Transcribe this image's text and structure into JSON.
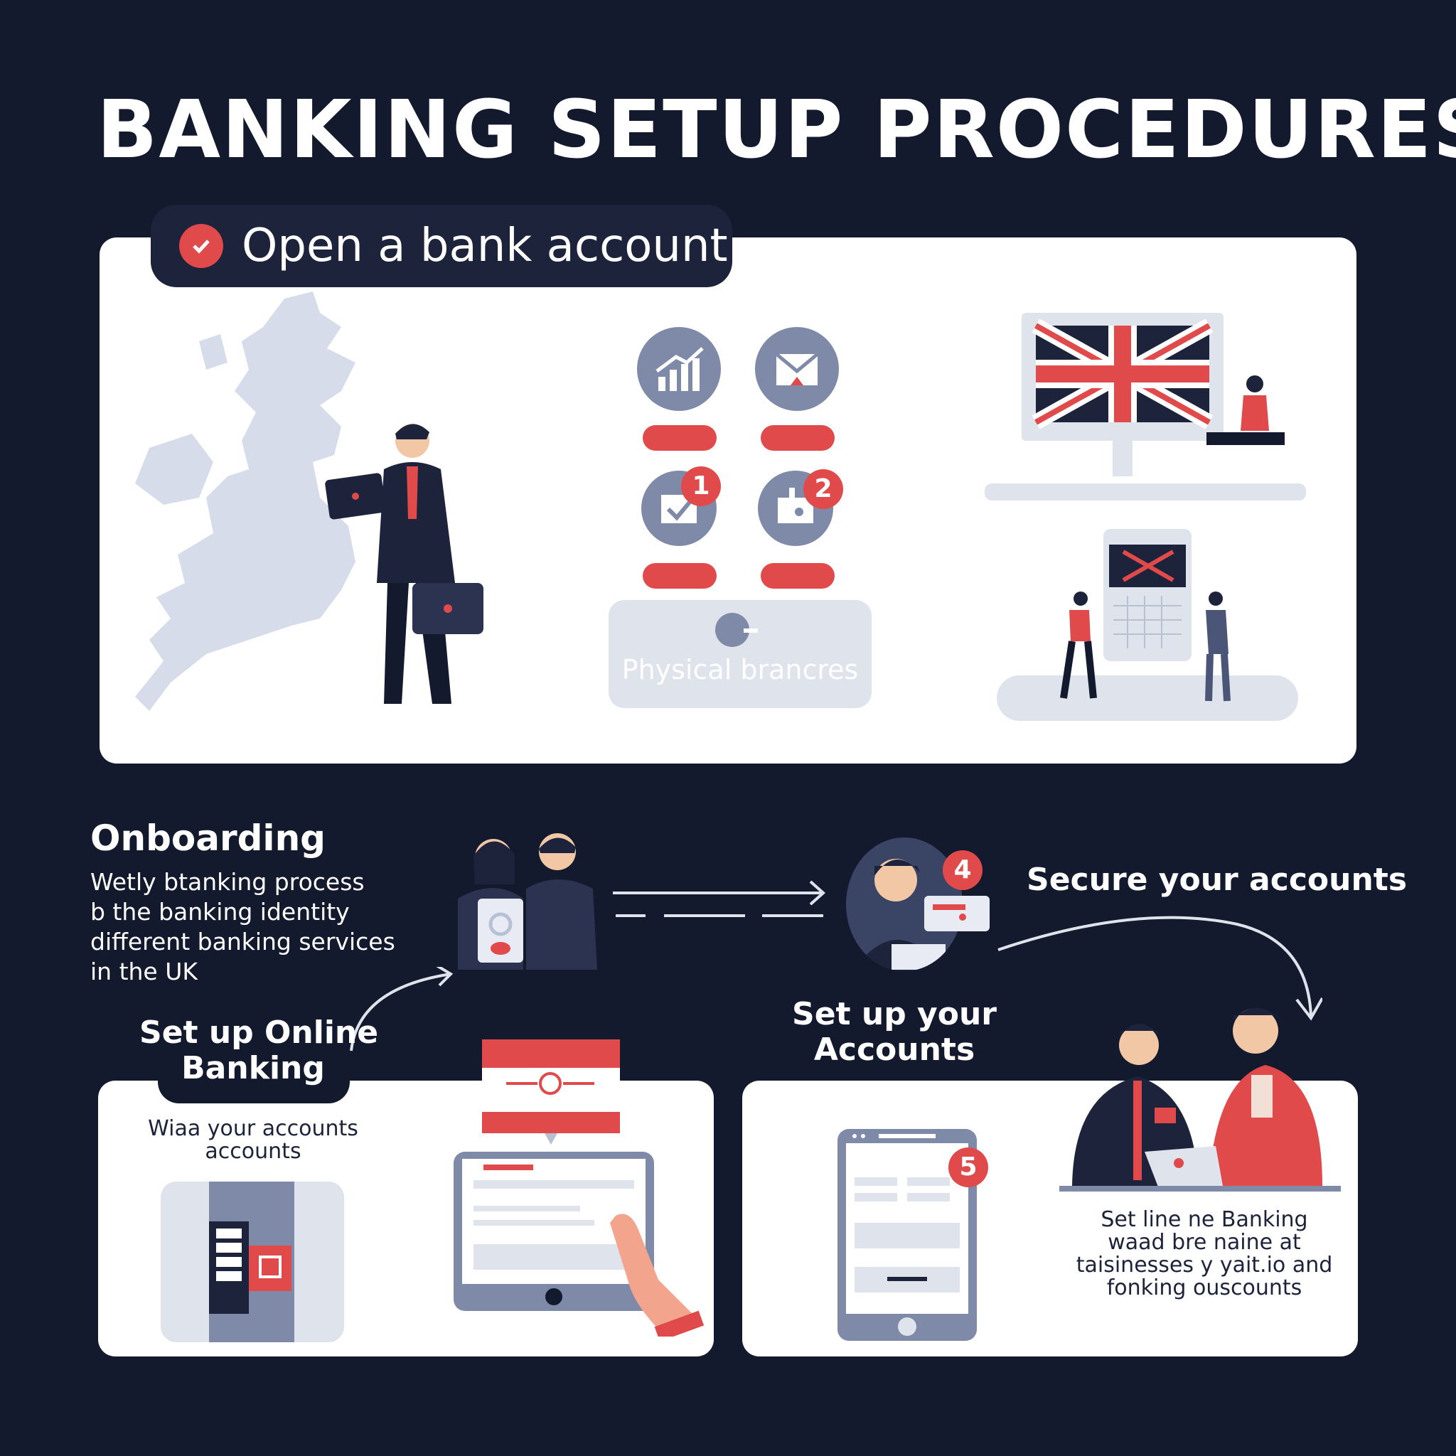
{
  "header": {
    "title": "BANKING SETUP PROCEDURES"
  },
  "open_account": {
    "title": "Open a bank account",
    "physical_label": "Physical brancres",
    "badges": [
      "1",
      "2"
    ]
  },
  "onboarding": {
    "title": "Onboarding",
    "lines": [
      "Wetly btanking process",
      "b the banking  identity",
      "different banking services",
      "in the UK"
    ]
  },
  "secure": {
    "title": "Secure your accounts",
    "badge": "4"
  },
  "setup_accounts": {
    "title_line1": "Set up your",
    "title_line2": "Accounts"
  },
  "online_banking": {
    "title_line1": "Set up Online",
    "title_line2": "Banking",
    "desc_line1": "Wiaa your accounts",
    "desc_line2": "accounts"
  },
  "right_panel": {
    "badge": "5",
    "lines": [
      "Set line ne Banking",
      "waad bre naine at",
      "taisinesses y yait.io and",
      "fonking ouscounts"
    ]
  },
  "colors": {
    "background": "#141a2e",
    "accent": "#e04a4a",
    "panel": "#ffffff",
    "navy": "#1c233b",
    "muted": "#7e8aa8"
  }
}
